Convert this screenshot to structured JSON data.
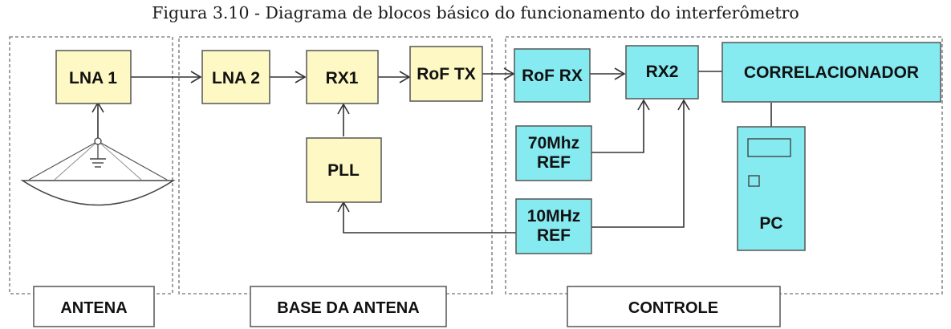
{
  "caption": "Figura 3.10 - Diagrama de blocos básico do funcionamento do interferômetro",
  "blocks": {
    "lna1": "LNA 1",
    "lna2": "LNA 2",
    "rx1": "RX1",
    "rof_tx": "RoF TX",
    "pll": "PLL",
    "rof_rx": "RoF RX",
    "rx2": "RX2",
    "correlacionador": "CORRELACIONADOR",
    "ref70_line1": "70Mhz",
    "ref70_line2": "REF",
    "ref10_line1": "10MHz",
    "ref10_line2": "REF",
    "pc": "PC"
  },
  "regions": {
    "antena": "ANTENA",
    "base": "BASE DA ANTENA",
    "controle": "CONTROLE"
  },
  "colors": {
    "local_block": "#fdf8c4",
    "control_block": "#86eaf1"
  }
}
